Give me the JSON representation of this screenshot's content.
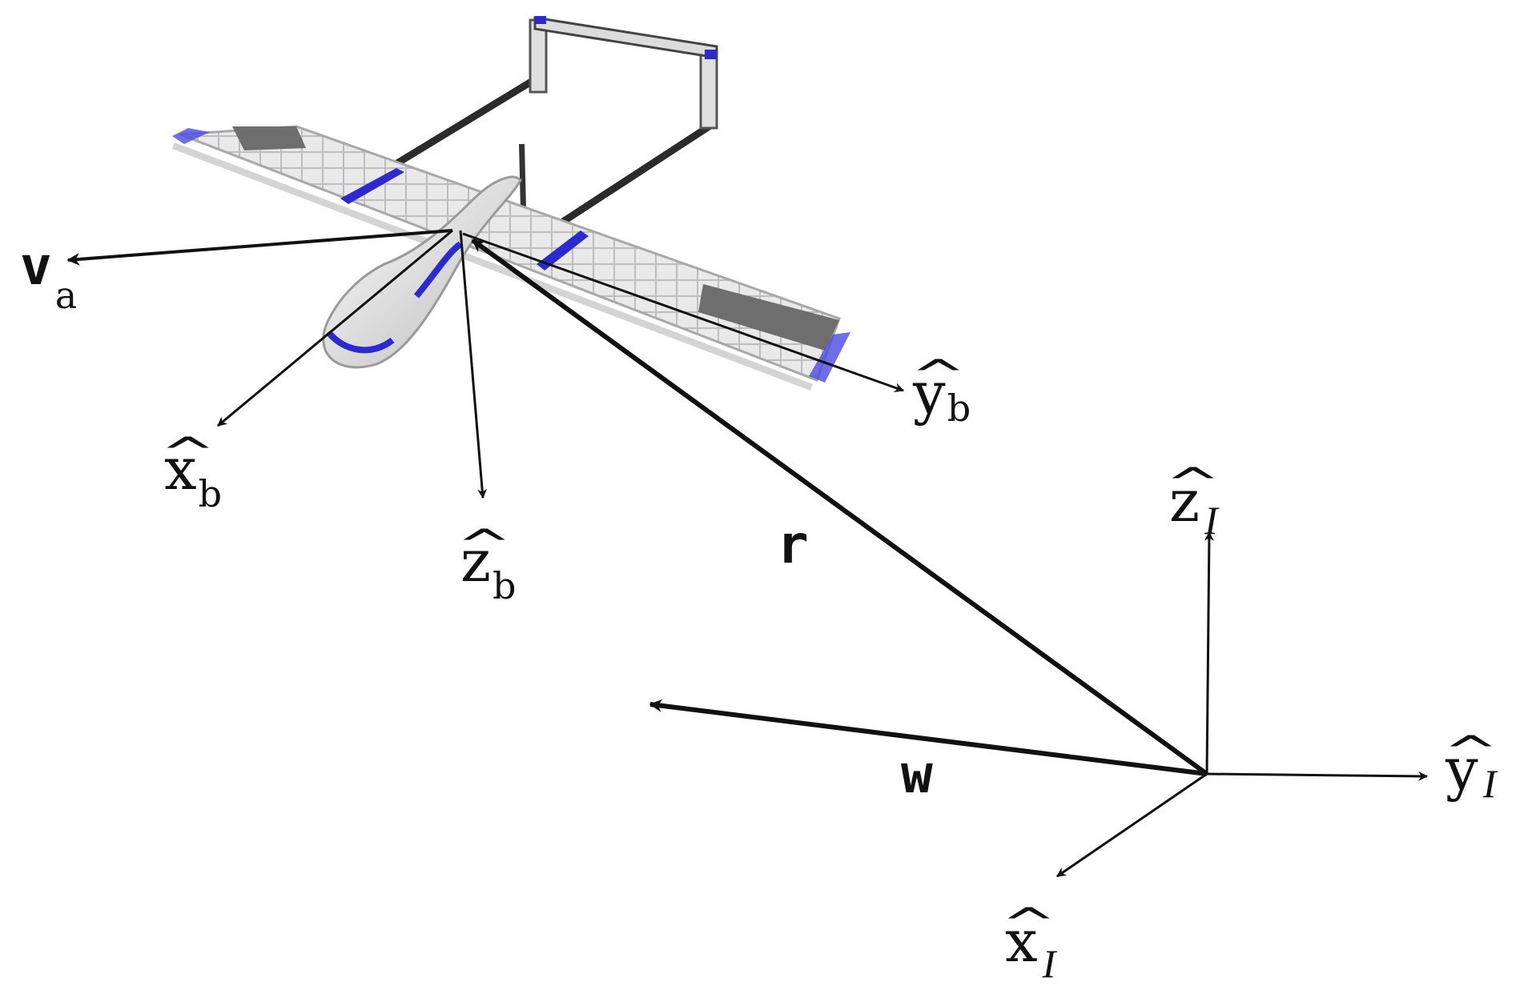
{
  "labels": {
    "va": {
      "symbol": "v",
      "sub": "a"
    },
    "xb": {
      "symbol": "x",
      "sub": "b"
    },
    "yb": {
      "symbol": "y",
      "sub": "b"
    },
    "zb": {
      "symbol": "z",
      "sub": "b"
    },
    "r": {
      "symbol": "r"
    },
    "w": {
      "symbol": "w"
    },
    "xI": {
      "symbol": "x",
      "sub": "I"
    },
    "yI": {
      "symbol": "y",
      "sub": "I"
    },
    "zI": {
      "symbol": "z",
      "sub": "I"
    }
  },
  "colors": {
    "ink": "#111111",
    "airframe_light": "#e6e6e6",
    "airframe_dark": "#2b2b2b",
    "trim_blue": "#2a2ad0",
    "panel_gray": "#6e6e6e"
  }
}
